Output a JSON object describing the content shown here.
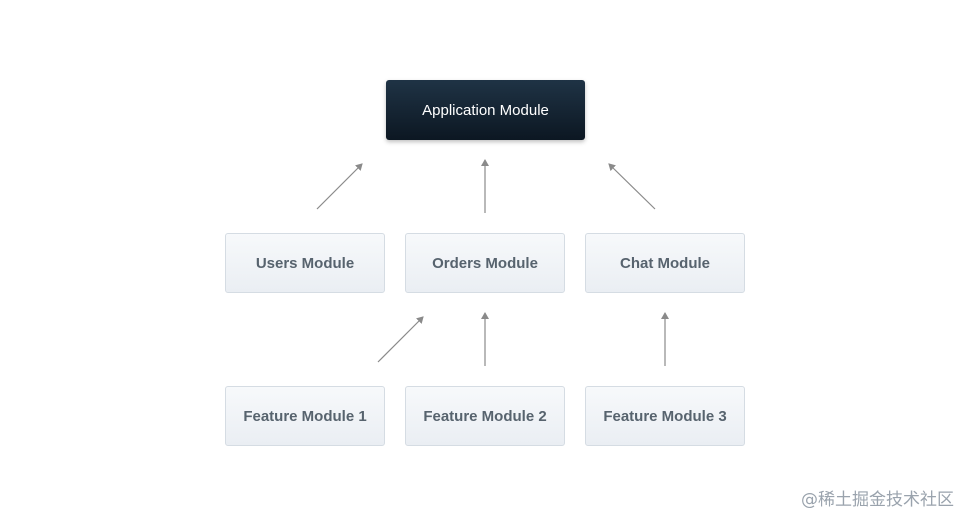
{
  "diagram": {
    "root": {
      "label": "Application Module"
    },
    "middle": [
      {
        "label": "Users Module"
      },
      {
        "label": "Orders Module"
      },
      {
        "label": "Chat Module"
      }
    ],
    "bottom": [
      {
        "label": "Feature Module 1"
      },
      {
        "label": "Feature Module 2"
      },
      {
        "label": "Feature Module 3"
      }
    ]
  },
  "watermark": "@稀土掘金技术社区",
  "colors": {
    "root_bg": "#162636",
    "child_bg": "#f0f3f6",
    "child_text": "#57636e",
    "arrow": "#8a8a8a"
  }
}
